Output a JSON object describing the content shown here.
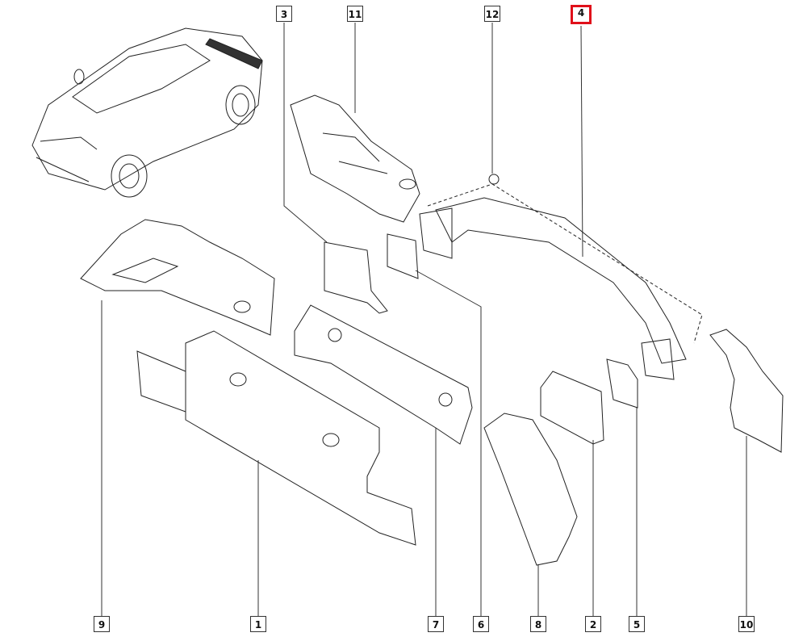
{
  "diagram": {
    "highlight_color": "#e0101a",
    "callouts_top": [
      {
        "id": "3",
        "part": "bracket-3"
      },
      {
        "id": "11",
        "part": "inner-wing-panel-11"
      },
      {
        "id": "12",
        "part": "nut-12"
      },
      {
        "id": "4",
        "part": "bumper-crossmember-4",
        "highlighted": true
      }
    ],
    "callouts_bottom": [
      {
        "id": "9",
        "part": "rear-wing-inner-9"
      },
      {
        "id": "1",
        "part": "rear-panel-1"
      },
      {
        "id": "7",
        "part": "rear-panel-crossmember-7"
      },
      {
        "id": "6",
        "part": "bracket-6"
      },
      {
        "id": "8",
        "part": "wheelarch-panel-8"
      },
      {
        "id": "2",
        "part": "bracket-2"
      },
      {
        "id": "5",
        "part": "bracket-5"
      },
      {
        "id": "10",
        "part": "rear-wing-inner-10"
      }
    ]
  }
}
